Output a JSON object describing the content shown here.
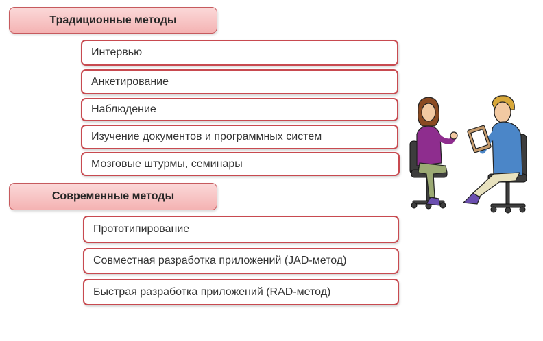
{
  "traditional": {
    "title": "Традиционные методы",
    "items": [
      "Интервью",
      "Анкетирование",
      "Наблюдение",
      "Изучение документов и программных систем",
      "Мозговые штурмы, семинары"
    ]
  },
  "modern": {
    "title": "Современные методы",
    "items": [
      "Прототипирование",
      "Совместная разработка приложений (JAD-метод)",
      "Быстрая разработка приложений (RAD-метод)"
    ]
  },
  "colors": {
    "header_fill": "#f4b3b3",
    "item_border": "#c84a50"
  }
}
